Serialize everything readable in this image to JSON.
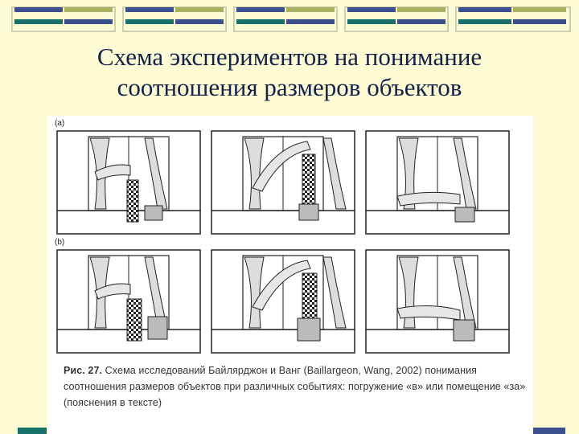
{
  "slide": {
    "title_line1": "Схема экспериментов на понимание",
    "title_line2": "соотношения размеров объектов"
  },
  "figure": {
    "row_a_label": "(a)",
    "row_b_label": "(b)",
    "caption_fig": "Рис. 27.",
    "caption_text": " Схема исследований Байлярджон и Ванг (Baillargeon, Wang, 2002) понимания соотношения размеров объектов при различных событиях: погружение «в» или помещение «за» (пояснения в тексте)"
  },
  "colors": {
    "background": "#fcfbd3",
    "title": "#14224a",
    "banner_navy": "#3b4f8f",
    "banner_teal": "#17706a",
    "banner_olive": "#a7b261"
  }
}
